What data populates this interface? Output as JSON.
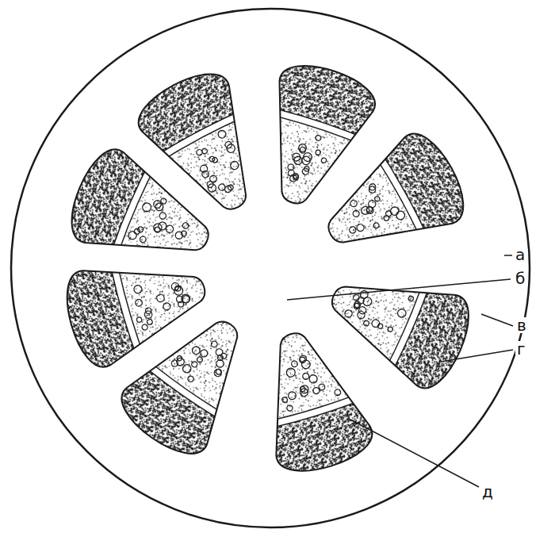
{
  "diagram": {
    "labels": [
      "а",
      "б",
      "в",
      "г",
      "д"
    ]
  }
}
